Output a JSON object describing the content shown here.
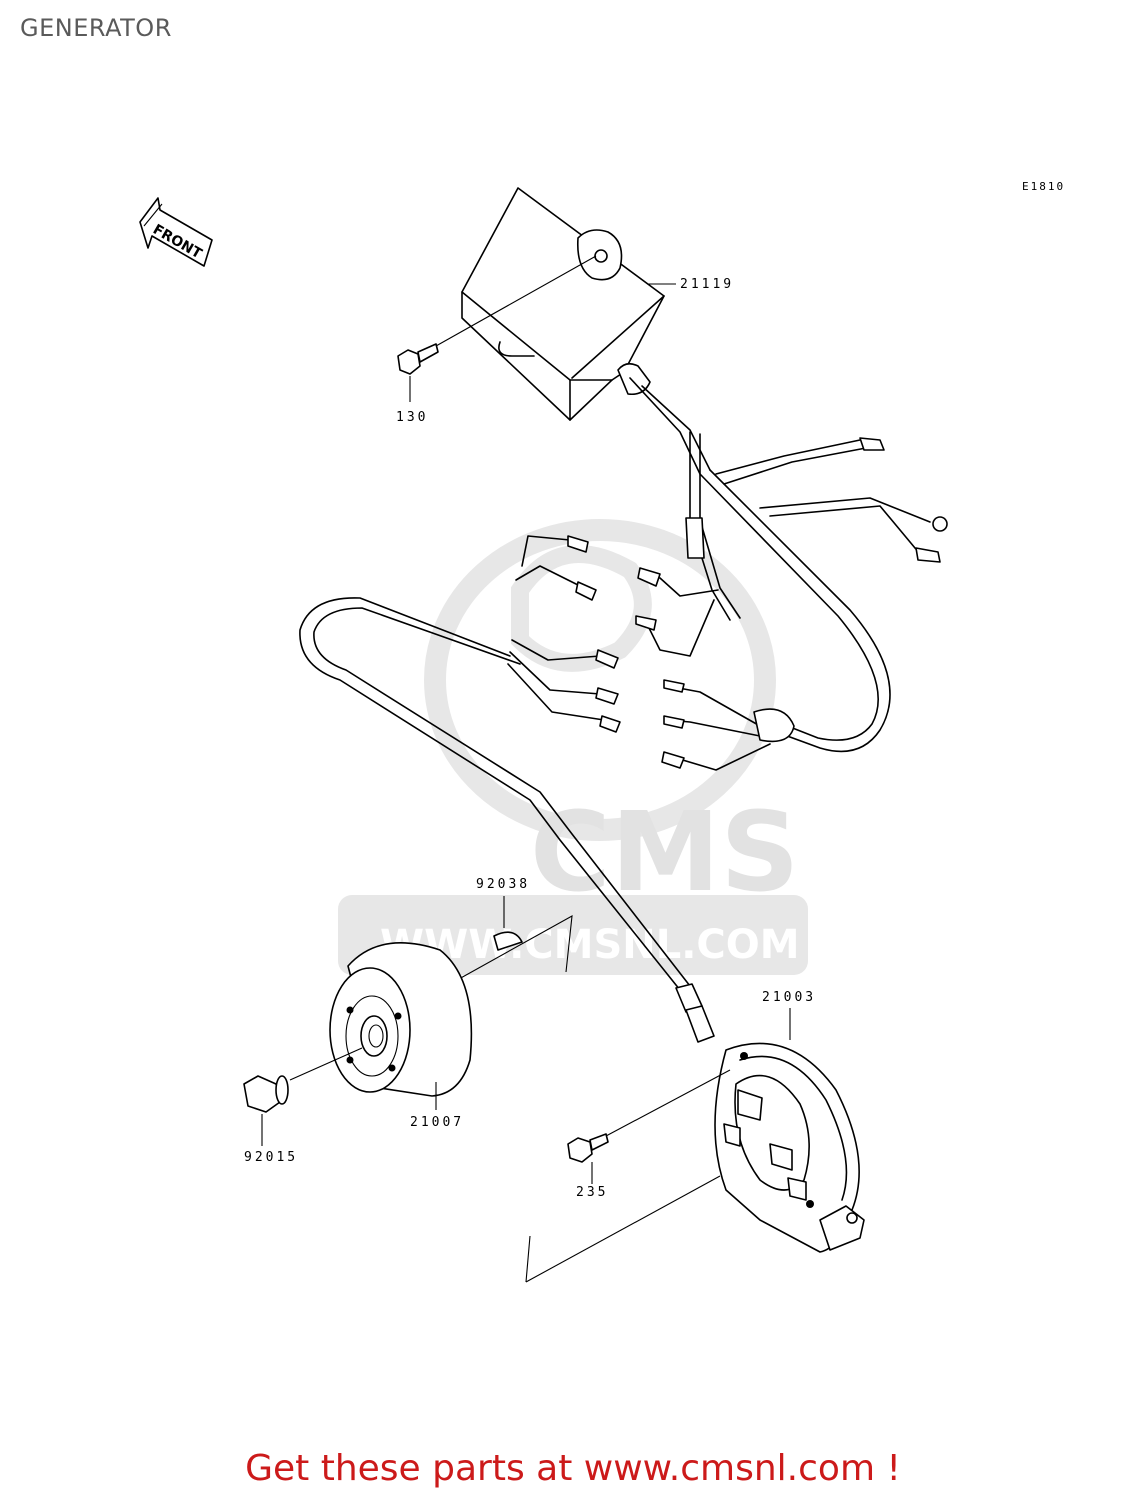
{
  "page_title": "GENERATOR",
  "diagram_code": "E1810",
  "front_arrow_label": "FRONT",
  "parts": [
    {
      "number": "21119"
    },
    {
      "number": "130"
    },
    {
      "number": "92038"
    },
    {
      "number": "21003"
    },
    {
      "number": "21007"
    },
    {
      "number": "92015"
    },
    {
      "number": "235"
    }
  ],
  "watermark": {
    "brand": "CMS",
    "url": "WWW.CMSNL.COM"
  },
  "footer": {
    "text": "Get these parts at www.cmsnl.com !",
    "color": "#cc1a1a"
  }
}
